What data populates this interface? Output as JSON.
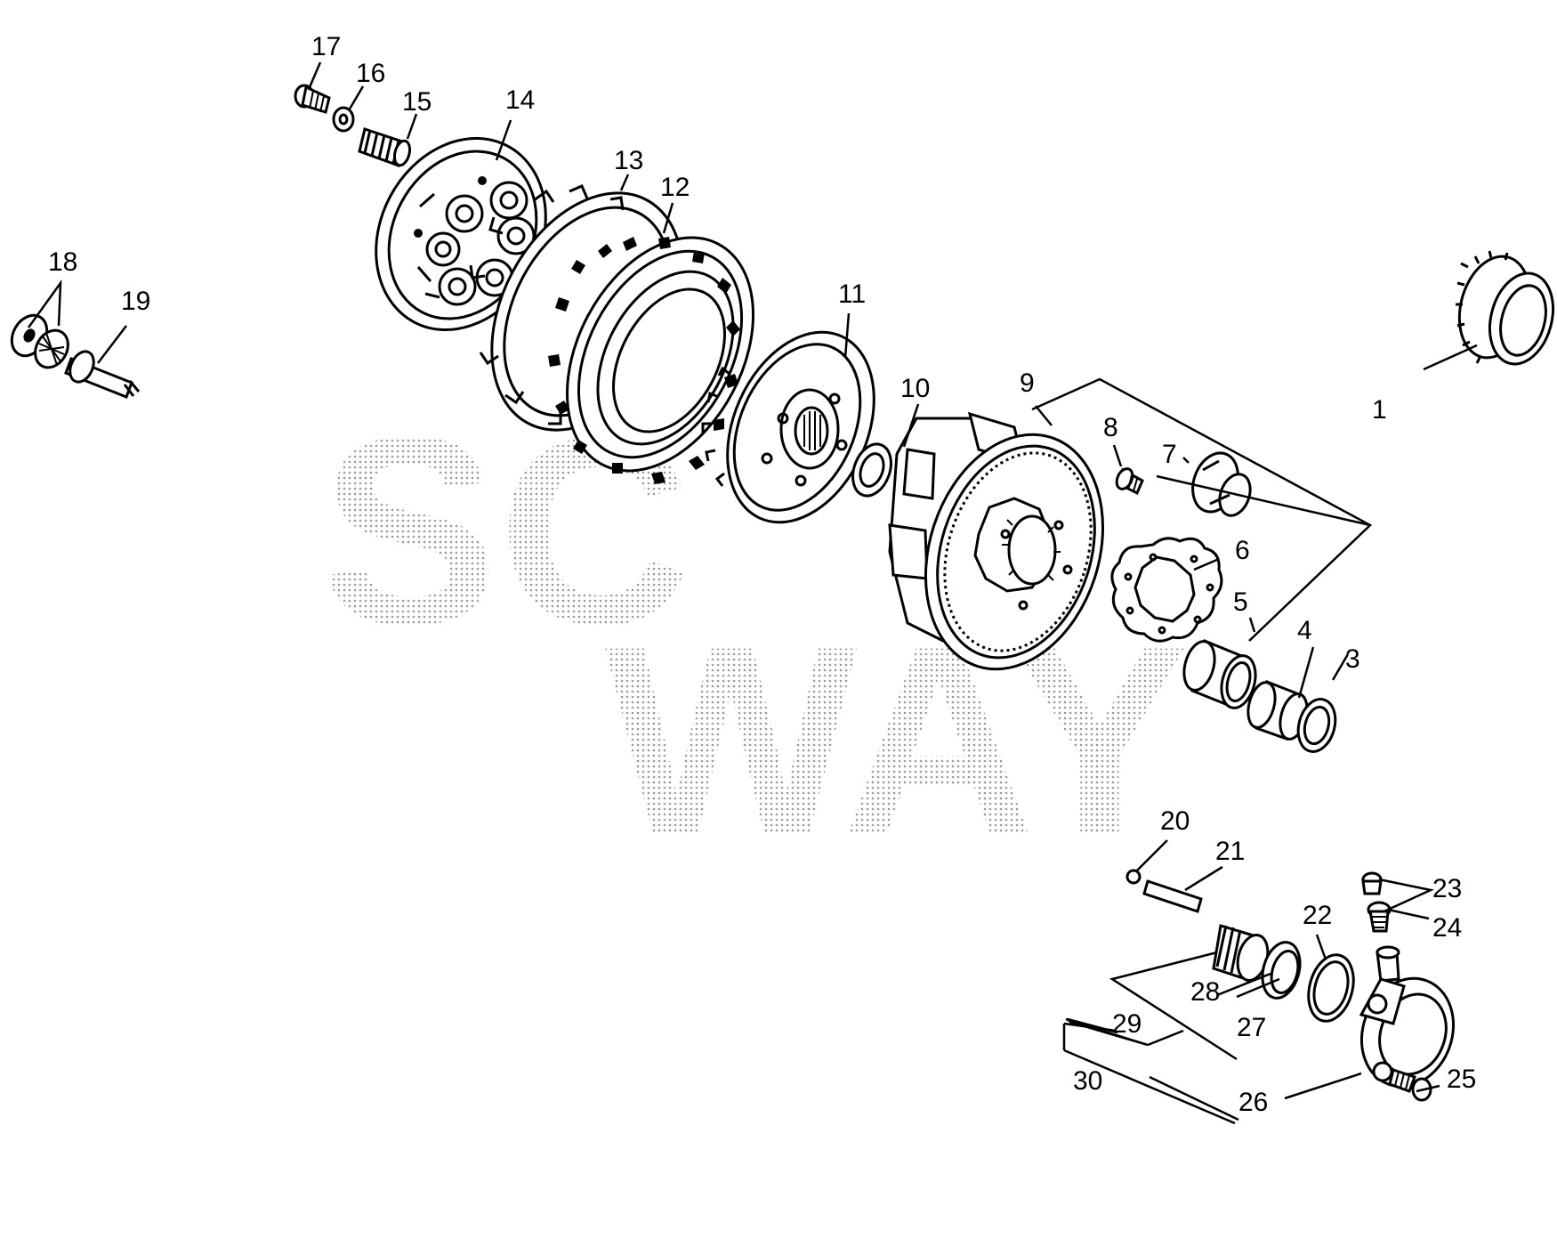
{
  "watermark": [
    "SC",
    "WAY"
  ],
  "callouts": [
    "1",
    "3",
    "4",
    "5",
    "6",
    "7",
    "8",
    "9",
    "10",
    "11",
    "12",
    "13",
    "14",
    "15",
    "16",
    "17",
    "18",
    "19",
    "20",
    "21",
    "22",
    "23",
    "24",
    "25",
    "26",
    "27",
    "28",
    "29",
    "30"
  ]
}
